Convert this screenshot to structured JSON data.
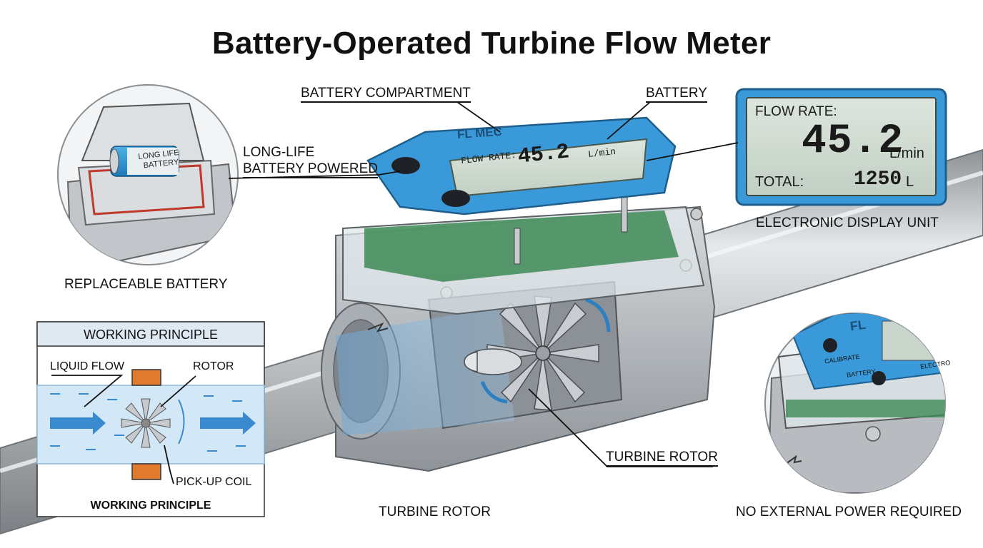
{
  "title": "Battery-Operated Turbine Flow Meter",
  "labels": {
    "battery_compartment": "BATTERY COMPARTMENT",
    "battery": "BATTERY",
    "long_life_line1": "LONG-LIFE",
    "long_life_line2": "BATTERY POWERED",
    "replaceable_battery": "REPLACEABLE BATTERY",
    "electronic_display_unit": "ELECTRONIC DISPLAY UNIT",
    "turbine_rotor_callout": "TURBINE ROTOR",
    "turbine_rotor_caption": "TURBINE ROTOR",
    "no_external_power": "NO EXTERNAL POWER REQUIRED"
  },
  "battery_cell": {
    "line1": "LONG LIFE",
    "line2": "BATTERY"
  },
  "meter_face": {
    "brand": "FL    MEC",
    "flow_label": "FLOW RATE:",
    "flow_value": "45.2",
    "flow_unit": "L/min"
  },
  "display_unit": {
    "flow_label": "FLOW RATE:",
    "flow_value": "45.2",
    "flow_unit": "L/min",
    "total_label": "TOTAL:",
    "total_value": "1250",
    "total_unit": "L"
  },
  "detail_panel": {
    "brand": "FL",
    "calibrate": "CALIBRATE",
    "battery": "BATTERY",
    "electronic": "ELECTRO"
  },
  "working_principle": {
    "header": "WORKING PRINCIPLE",
    "liquid_flow": "LIQUID FLOW",
    "rotor": "ROTOR",
    "pickup_coil": "PICK-UP COIL",
    "footer": "WORKING PRINCIPLE"
  },
  "colors": {
    "accent_blue": "#3a9ad9",
    "lcd_green": "#cdd8cf",
    "steel": "#b9bdc1",
    "coil_orange": "#e07b2e"
  }
}
